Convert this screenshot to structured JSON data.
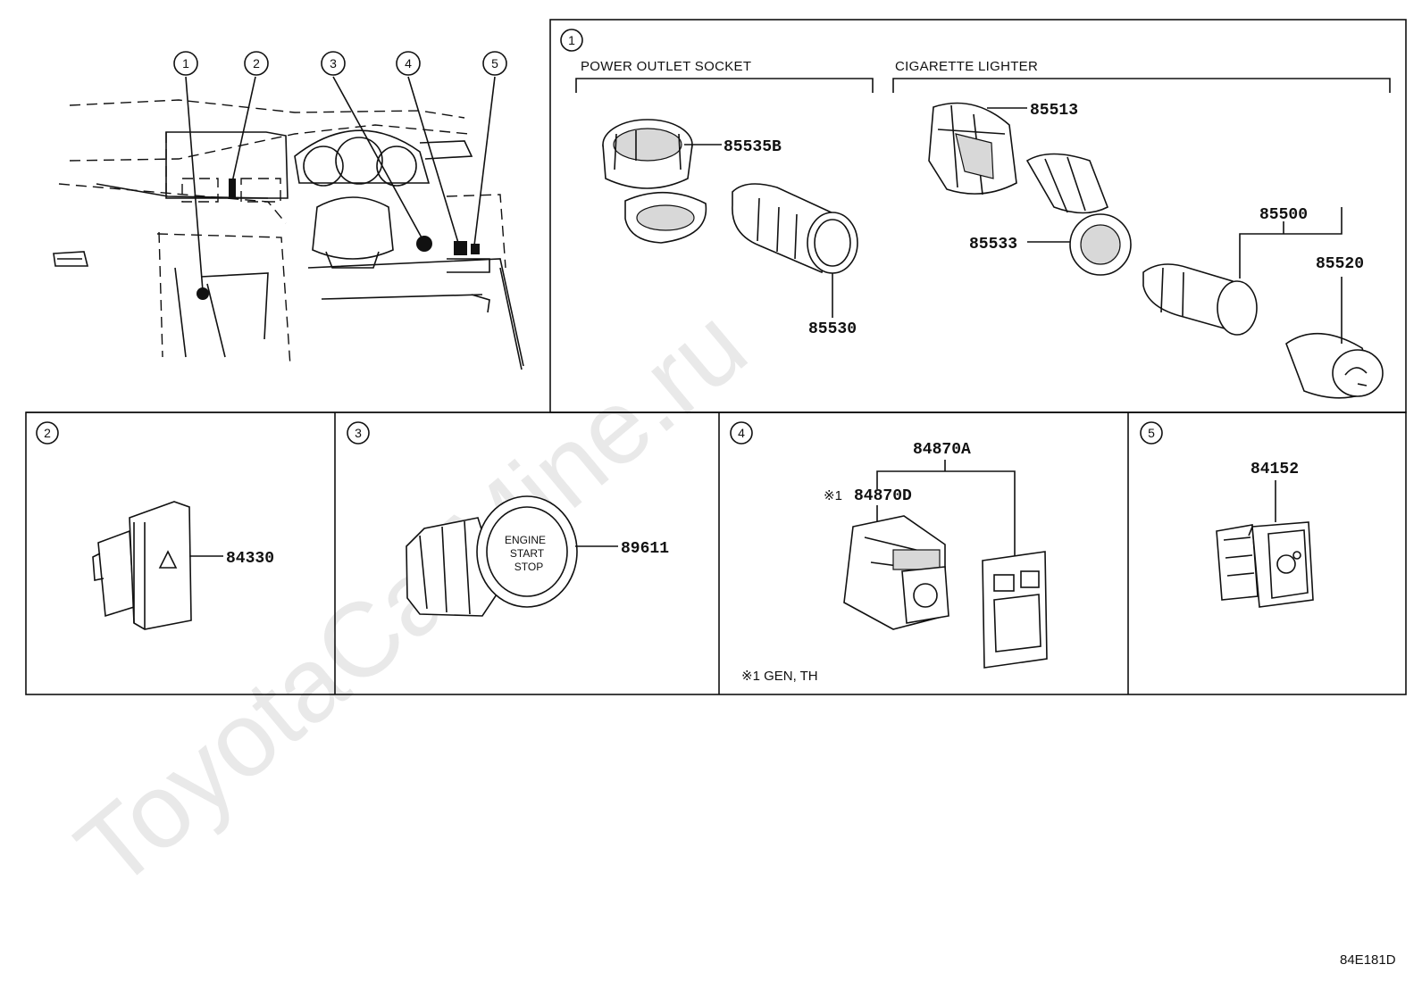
{
  "watermark": "ToyotaCarMine.ru",
  "diagram_code": "84E181D",
  "locator_callouts": [
    "1",
    "2",
    "3",
    "4",
    "5"
  ],
  "panels": {
    "p1": {
      "callout": "1",
      "group_power_outlet": "POWER OUTLET SOCKET",
      "group_cigarette": "CIGARETTE LIGHTER",
      "parts": [
        "85535B",
        "85530",
        "85513",
        "85533",
        "85500",
        "85520"
      ]
    },
    "p2": {
      "callout": "2",
      "parts": [
        "84330"
      ]
    },
    "p3": {
      "callout": "3",
      "parts": [
        "89611"
      ],
      "button_text": [
        "ENGINE",
        "START",
        "STOP"
      ]
    },
    "p4": {
      "callout": "4",
      "parts": [
        "84870A",
        "84870D"
      ],
      "prefix_mark": "※1",
      "footnote": "※1 GEN, TH"
    },
    "p5": {
      "callout": "5",
      "parts": [
        "84152"
      ]
    }
  },
  "colors": {
    "line": "#111111",
    "watermark": "#e9e9e9",
    "shade": "#d8d8d8"
  }
}
